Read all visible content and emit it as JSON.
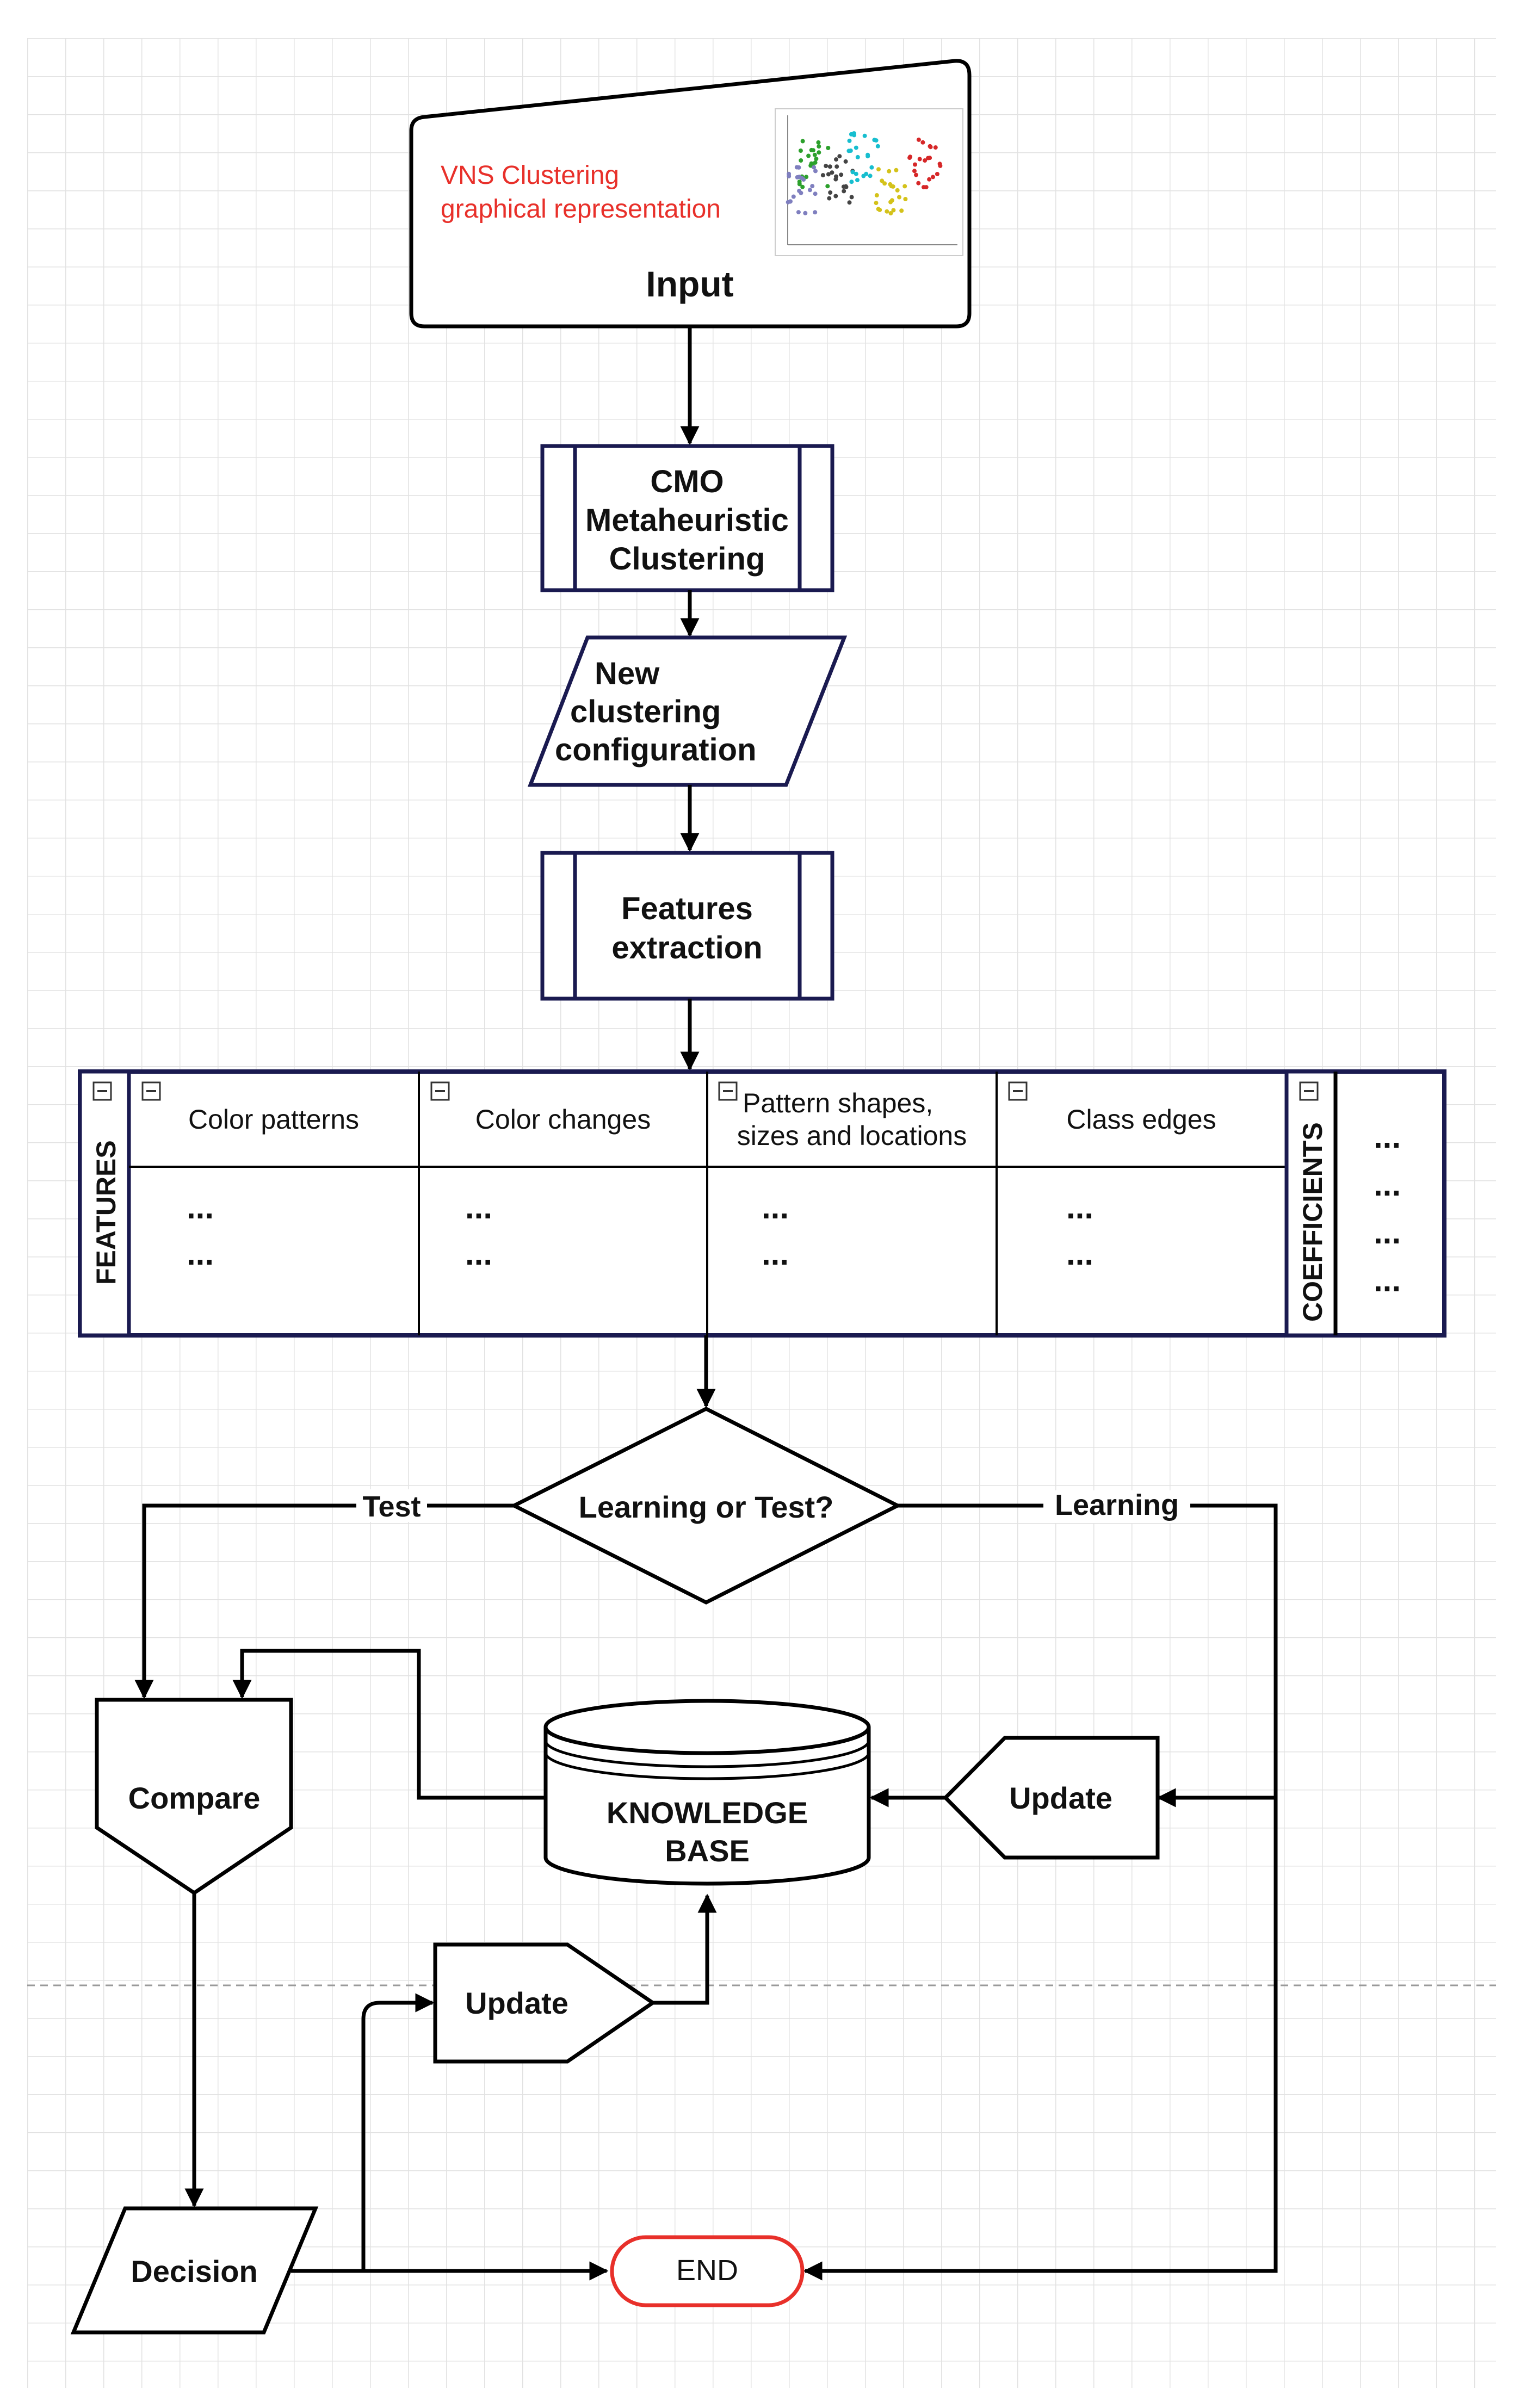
{
  "input": {
    "caption": "VNS Clustering graphical representation",
    "caption_line1": "VNS Clustering",
    "caption_line2": "graphical representation",
    "label": "Input"
  },
  "process1": {
    "lines": [
      "CMO",
      "Metaheuristic",
      "Clustering"
    ]
  },
  "data1": {
    "lines": [
      "New",
      "clustering",
      "configuration"
    ]
  },
  "process2": {
    "lines": [
      "Features",
      "extraction"
    ]
  },
  "table": {
    "features_label": "FEATURES",
    "coefficients_label": "COEFFICIENTS",
    "columns": [
      {
        "header_lines": [
          "Color patterns"
        ],
        "cells": [
          "...",
          "..."
        ]
      },
      {
        "header_lines": [
          "Color changes"
        ],
        "cells": [
          "...",
          "..."
        ]
      },
      {
        "header_lines": [
          "Pattern shapes,",
          "sizes and locations"
        ],
        "cells": [
          "...",
          "..."
        ]
      },
      {
        "header_lines": [
          "Class edges"
        ],
        "cells": [
          "...",
          "..."
        ]
      }
    ],
    "coefficients": [
      "...",
      "...",
      "...",
      "..."
    ]
  },
  "decision_node": {
    "text": "Learning or Test?"
  },
  "edge_labels": {
    "test": "Test",
    "learning": "Learning"
  },
  "compare": {
    "text": "Compare"
  },
  "knowledge_base": {
    "lines": [
      "KNOWLEDGE",
      "BASE"
    ]
  },
  "update_right": {
    "text": "Update"
  },
  "update_bottom": {
    "text": "Update"
  },
  "decision": {
    "text": "Decision"
  },
  "end": {
    "text": "END"
  },
  "colors": {
    "accent_red": "#e8302a",
    "navy_border": "#1a1a50",
    "grid": "#e2e2e2",
    "scatter": [
      "#2ca02c",
      "#17becf",
      "#d4c21a",
      "#d62728",
      "#7f7fbf",
      "#444444"
    ]
  }
}
